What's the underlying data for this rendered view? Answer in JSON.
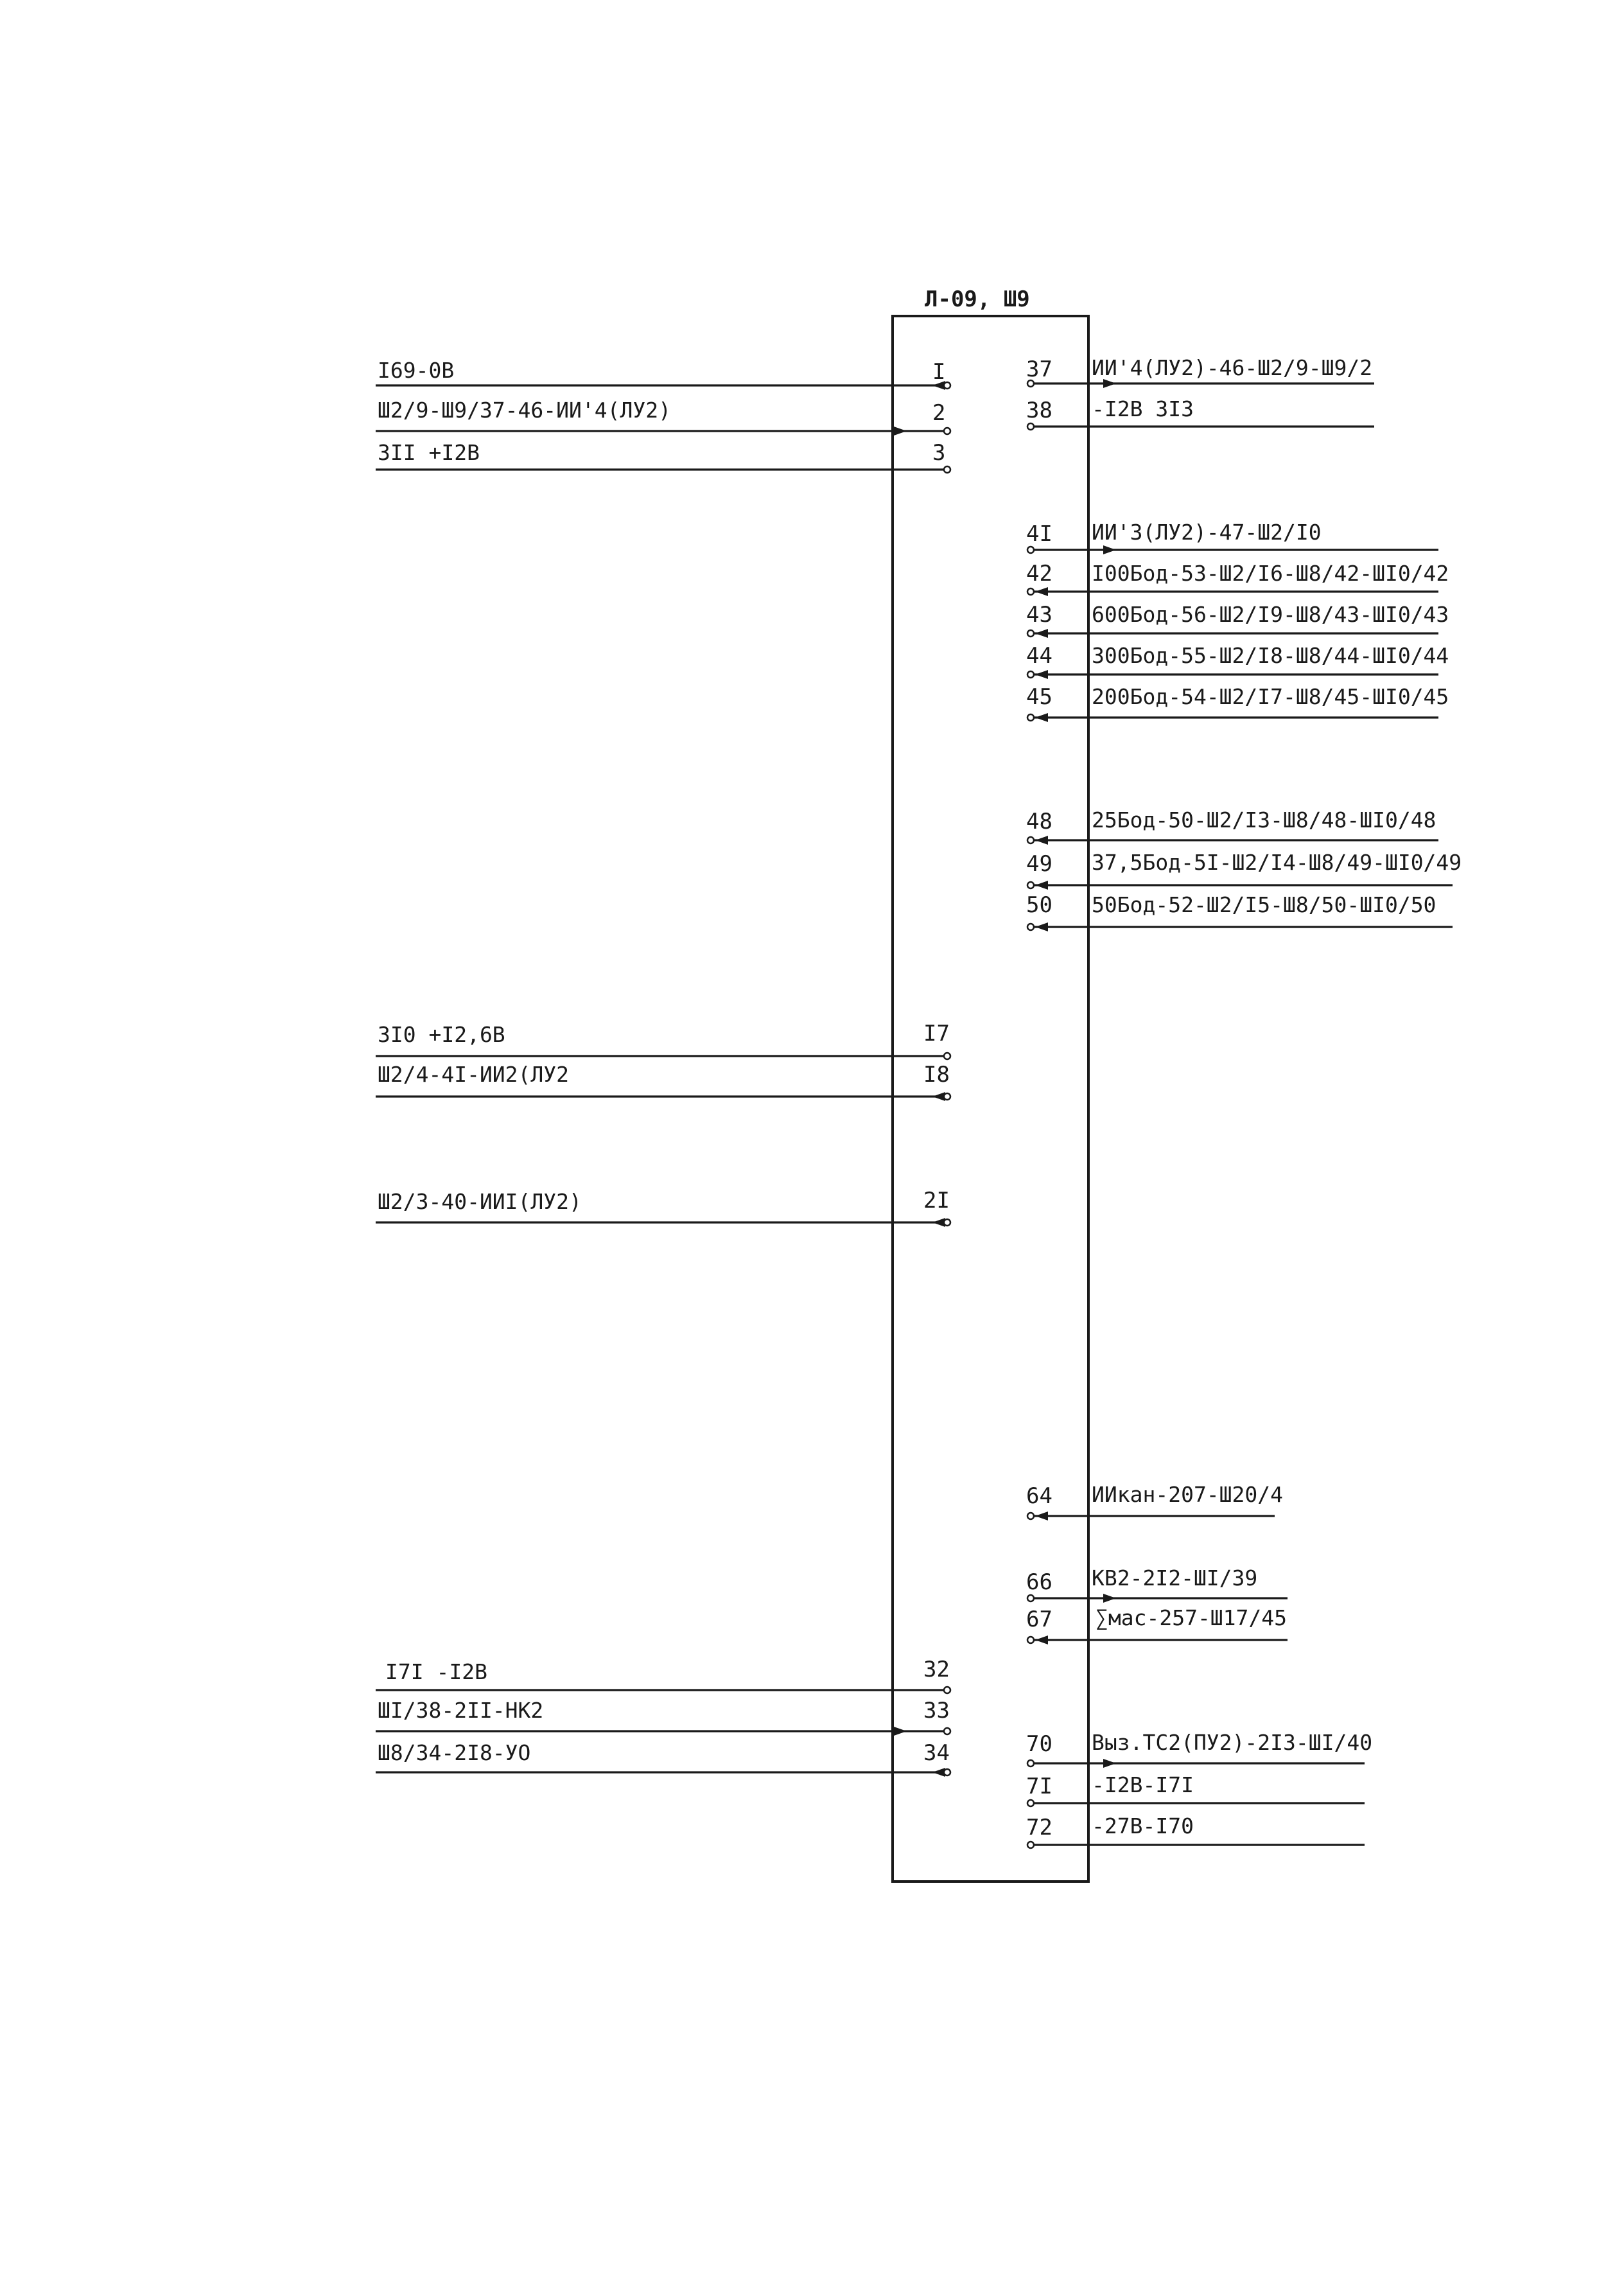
{
  "connector": {
    "title": "Л-09, Ш9"
  },
  "left_pins": [
    {
      "pin": "I",
      "label": "I69-0B",
      "dir": "in"
    },
    {
      "pin": "2",
      "label": "Ш2/9-Ш9/37-46-ИИ'4(ЛУ2)",
      "dir": "out"
    },
    {
      "pin": "3",
      "label": "3II   +I2B",
      "dir": "none"
    },
    {
      "pin": "I7",
      "label": "3I0   +I2,6B",
      "dir": "none"
    },
    {
      "pin": "I8",
      "label": "Ш2/4-4I-ИИ2(ЛУ2",
      "dir": "in"
    },
    {
      "pin": "2I",
      "label": "Ш2/3-40-ИИI(ЛУ2)",
      "dir": "in"
    },
    {
      "pin": "32",
      "label": "I7I   -I2B",
      "dir": "none"
    },
    {
      "pin": "33",
      "label": "ШI/38-2II-НК2",
      "dir": "out"
    },
    {
      "pin": "34",
      "label": "Ш8/34-2I8-УО",
      "dir": "in"
    }
  ],
  "right_pins": [
    {
      "pin": "37",
      "label": "ИИ'4(ЛУ2)-46-Ш2/9-Ш9/2",
      "dir": "out"
    },
    {
      "pin": "38",
      "label": "-I2B 3I3",
      "dir": "none"
    },
    {
      "pin": "4I",
      "label": "ИИ'3(ЛУ2)-47-Ш2/I0",
      "dir": "out"
    },
    {
      "pin": "42",
      "label": "I00Бод-53-Ш2/I6-Ш8/42-ШI0/42",
      "dir": "in"
    },
    {
      "pin": "43",
      "label": "600Бод-56-Ш2/I9-Ш8/43-ШI0/43",
      "dir": "in"
    },
    {
      "pin": "44",
      "label": "300Бод-55-Ш2/I8-Ш8/44-ШI0/44",
      "dir": "in"
    },
    {
      "pin": "45",
      "label": "200Бод-54-Ш2/I7-Ш8/45-ШI0/45",
      "dir": "in"
    },
    {
      "pin": "48",
      "label": "25Бод-50-Ш2/I3-Ш8/48-ШI0/48",
      "dir": "in"
    },
    {
      "pin": "49",
      "label": "37,5Бод-5I-Ш2/I4-Ш8/49-ШI0/49",
      "dir": "in"
    },
    {
      "pin": "50",
      "label": "50Бод-52-Ш2/I5-Ш8/50-ШI0/50",
      "dir": "in"
    },
    {
      "pin": "64",
      "label": "ИИкан-207-Ш20/4",
      "dir": "in"
    },
    {
      "pin": "66",
      "label": "КВ2-2I2-ШI/39",
      "dir": "out"
    },
    {
      "pin": "67",
      "label": "∑мас-257-Ш17/45",
      "dir": "in"
    },
    {
      "pin": "70",
      "label": "Выз.ТС2(ПУ2)-2I3-ШI/40",
      "dir": "out"
    },
    {
      "pin": "7I",
      "label": "-I2B-I7I",
      "dir": "none"
    },
    {
      "pin": "72",
      "label": "-27B-I70",
      "dir": "none"
    }
  ]
}
